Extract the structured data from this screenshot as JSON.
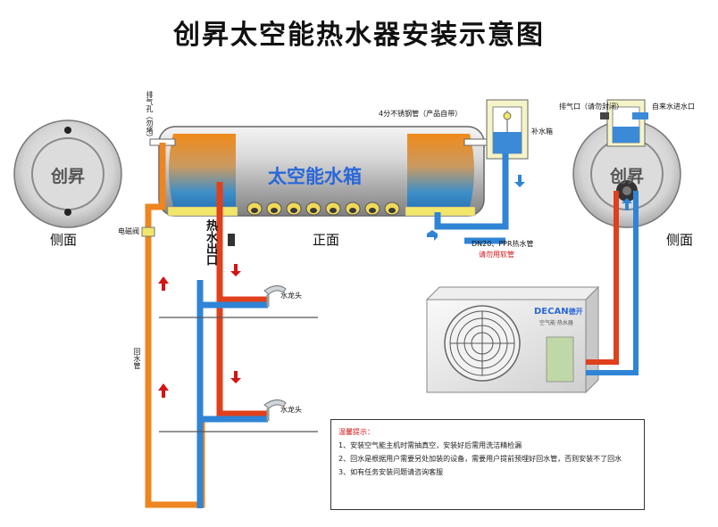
{
  "title": "创昇太空能热水器安装示意图",
  "brand": "创昇",
  "tank_label": "太空能水箱",
  "views": {
    "side_left": "侧面",
    "front": "正面",
    "side_right": "侧面"
  },
  "labels": {
    "vent_hole": "排气孔（勿堵）",
    "steel_pipe": "4分不锈钢管（产品自带）",
    "refill_tank": "补水箱",
    "vent_right": "排气口（请勿封闭）",
    "tap_inlet": "自来水进水口",
    "solenoid_valve": "电磁阀",
    "hot_outlet": "热水出口",
    "return_pipe": "回水管",
    "dn20": "DN20、PPR热水管",
    "no_hose": "请勿用软管",
    "faucet_1": "水龙头",
    "faucet_2": "水龙头"
  },
  "unit": {
    "brand": "DECAN",
    "brand_cn": "德开",
    "sub": "空气能·热水器"
  },
  "notes": {
    "heading": "温馨提示：",
    "items": [
      "1、安装空气能主机时需抽真空，安装好后需用洗洁精检漏",
      "2、回水是根据用户需要另处加装的设备，需要用户提前预埋好回水管，否则安装不了回水",
      "3、如有任务安装问题请咨询客服"
    ]
  },
  "colors": {
    "hot": "#e8501e",
    "cold": "#2f84d6",
    "return": "#ee8520",
    "accent": "#d21414"
  }
}
